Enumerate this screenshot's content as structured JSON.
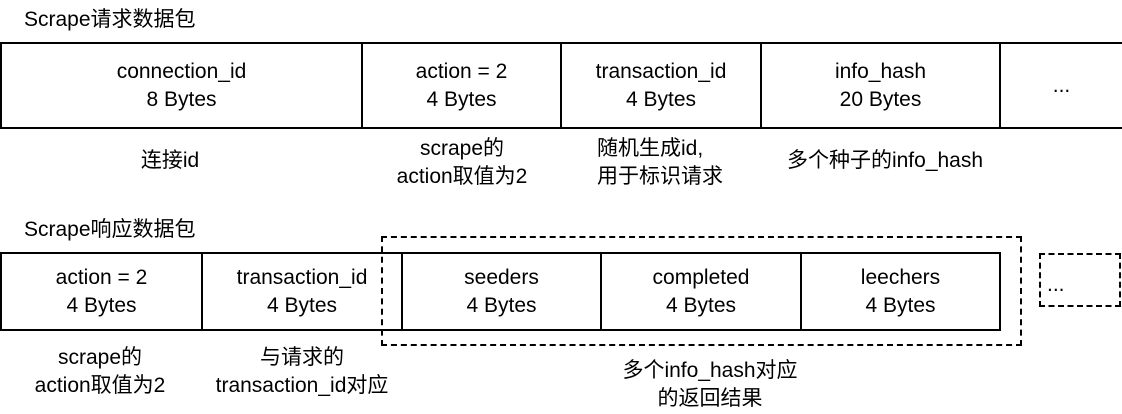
{
  "request": {
    "title": "Scrape请求数据包",
    "fields": [
      {
        "name": "connection_id",
        "size": "8 Bytes",
        "note": [
          "连接id"
        ]
      },
      {
        "name": "action = 2",
        "size": "4 Bytes",
        "note": [
          "scrape的",
          "action取值为2"
        ]
      },
      {
        "name": "transaction_id",
        "size": "4 Bytes",
        "note": [
          "随机生成id,",
          "用于标识请求"
        ]
      },
      {
        "name": "info_hash",
        "size": "20 Bytes",
        "note": [
          "多个种子的info_hash"
        ]
      },
      {
        "name": "...",
        "size": "",
        "note": []
      }
    ]
  },
  "response": {
    "title": "Scrape响应数据包",
    "fields": [
      {
        "name": "action = 2",
        "size": "4 Bytes",
        "note": [
          "scrape的",
          "action取值为2"
        ]
      },
      {
        "name": "transaction_id",
        "size": "4 Bytes",
        "note": [
          "与请求的",
          "transaction_id对应"
        ]
      },
      {
        "name": "seeders",
        "size": "4 Bytes"
      },
      {
        "name": "completed",
        "size": "4 Bytes"
      },
      {
        "name": "leechers",
        "size": "4 Bytes"
      }
    ],
    "group_note": [
      "多个info_hash对应",
      "的返回结果"
    ],
    "more": "..."
  }
}
